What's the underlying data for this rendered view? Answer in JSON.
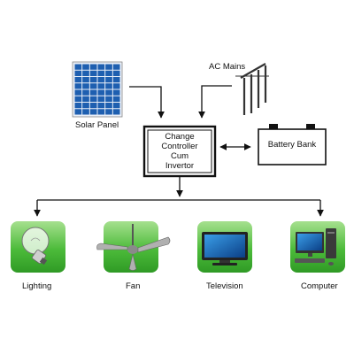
{
  "labels": {
    "solar_panel": "Solar Panel",
    "ac_mains": "AC Mains",
    "controller": "Change\nController\nCum\nInvertor",
    "battery_bank": "Battery Bank",
    "lighting": "Lighting",
    "fan": "Fan",
    "television": "Television",
    "computer": "Computer"
  },
  "colors": {
    "solar_blue": "#1e5fb0",
    "tile_green": "#4cbb3a",
    "tile_green_light": "#a6e08f",
    "line": "#111111"
  },
  "icons": {
    "lighting": "light-bulb-icon",
    "fan": "ceiling-fan-icon",
    "television": "television-icon",
    "computer": "desktop-computer-icon"
  }
}
